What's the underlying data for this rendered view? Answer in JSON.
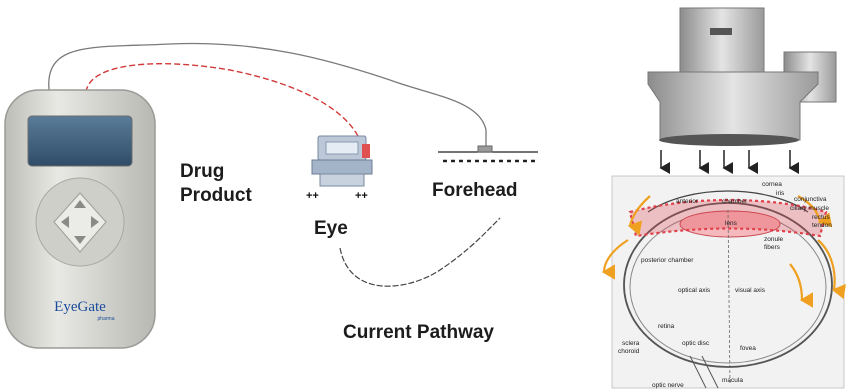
{
  "labels": {
    "drug_line1": "Drug",
    "drug_line2": "Product",
    "eye": "Eye",
    "forehead": "Forehead",
    "current_pathway": "Current Pathway",
    "plus_left": "++",
    "plus_right": "++"
  },
  "device": {
    "brand": "EyeGate",
    "brand_sub": "pharma"
  },
  "anatomy_labels": {
    "cornea": "cornea",
    "iris": "iris",
    "anterior": "anterior",
    "chamber": "chamber",
    "conjunctiva": "conjunctiva",
    "ciliary_muscle": "ciliary muscle",
    "rectus_tendon": "rectus tendon",
    "lens": "lens",
    "zonule_fibers": "zonule fibers",
    "posterior_chamber": "posterior chamber",
    "optical_axis": "optical axis",
    "visual_axis": "visual axis",
    "retina": "retina",
    "sclera": "sclera",
    "choroid": "choroid",
    "optic_disc": "optic disc",
    "fovea": "fovea",
    "macula": "macula",
    "optic_nerve": "optic nerve"
  },
  "colors": {
    "device_body": "#d9d9d6",
    "screen": "#3a5a7a",
    "wire_red": "#d23a3a",
    "arrow_orange": "#f0a020",
    "drug_zone_red": "#e0404a"
  }
}
